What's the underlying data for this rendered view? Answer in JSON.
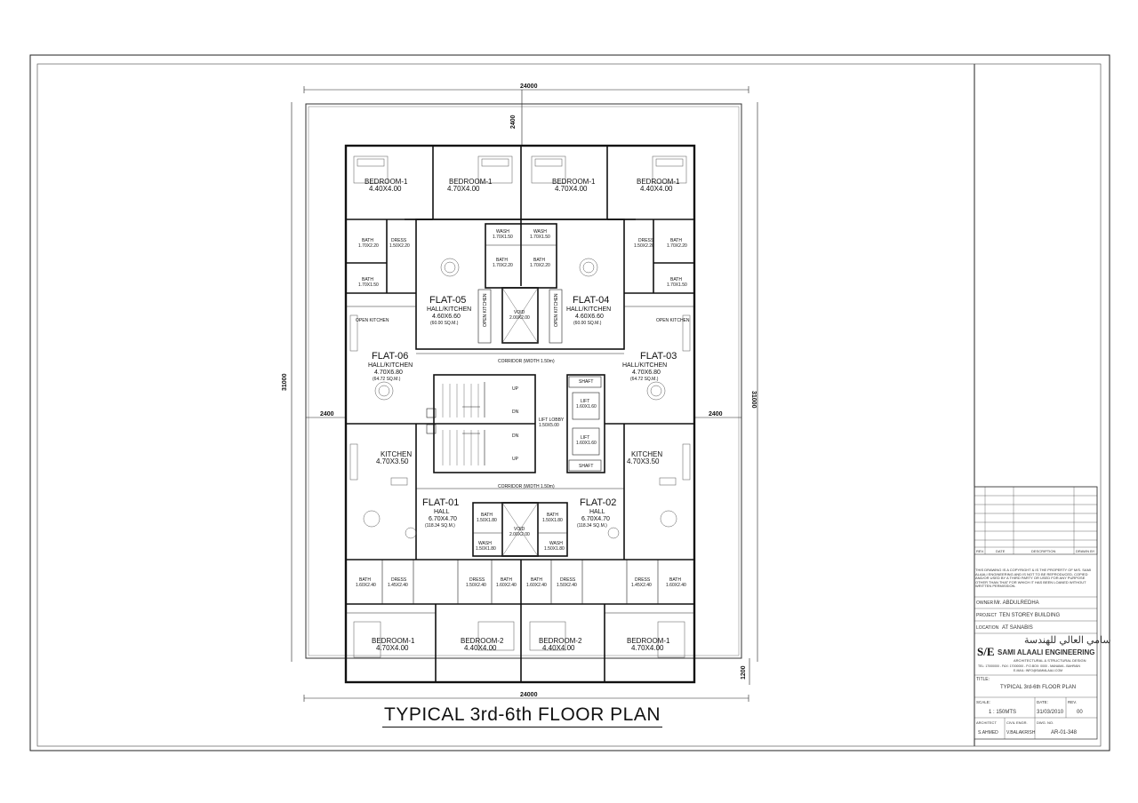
{
  "plan_title": "TYPICAL 3rd-6th FLOOR PLAN",
  "dimensions": {
    "top_width": "24000",
    "bottom_width": "24000",
    "top_offset": "2400",
    "left_height": "31000",
    "right_height": "31000",
    "left_offset": "2400",
    "right_offset": "2400",
    "bottom_offset": "1200"
  },
  "flats": {
    "flat05": {
      "name": "FLAT-05",
      "room": "HALL/KITCHEN",
      "size": "4.60X6.60",
      "area": "(60.00 SQ.M.)"
    },
    "flat04": {
      "name": "FLAT-04",
      "room": "HALL/KITCHEN",
      "size": "4.60X6.60",
      "area": "(60.00 SQ.M.)"
    },
    "flat06": {
      "name": "FLAT-06",
      "room": "HALL/KITCHEN",
      "size": "4.70X6.80",
      "area": "(64.72 SQ.M.)"
    },
    "flat03": {
      "name": "FLAT-03",
      "room": "HALL/KITCHEN",
      "size": "4.70X6.80",
      "area": "(64.72 SQ.M.)"
    },
    "flat01": {
      "name": "FLAT-01",
      "room": "HALL",
      "size": "6.70X4.70",
      "area": "(118.34 SQ.M.)"
    },
    "flat02": {
      "name": "FLAT-02",
      "room": "HALL",
      "size": "6.70X4.70",
      "area": "(118.34 SQ.M.)"
    }
  },
  "rooms": {
    "bedroom1_label": "BEDROOM-1",
    "bedroom2_label": "BEDROOM-2",
    "bed_440": "4.40X4.00",
    "bed_470": "4.70X4.00",
    "kitchen_label": "KITCHEN",
    "kitchen_size": "4.70X3.50",
    "bath": "BATH",
    "dress": "DRESS",
    "wash": "WASH",
    "void": "VOID",
    "void_size": "2.00X2.00",
    "open_kitchen": "OPEN KITCHEN",
    "shaft": "SHAFT",
    "lift": "LIFT",
    "lift_size": "1.60X1.60",
    "lift_lobby": "LIFT LOBBY",
    "lift_lobby_size": "1.50X5.00",
    "corridor": "CORRIDOR (WIDTH 1.50m)",
    "up": "UP",
    "dn": "DN",
    "bath_170_220": "1.70X2.20",
    "bath_170_150": "1.70X1.50",
    "dress_150_220": "1.50X2.20",
    "wash_170_150": "1.70X1.50",
    "bath_150_180": "1.50X1.80",
    "wash_150_180": "1.50X1.80",
    "dress_150_240": "1.50X2.40",
    "bath_160_240": "1.60X2.40",
    "dress_145_240": "1.45X2.40"
  },
  "title_block": {
    "rev": "REV.",
    "date": "DATE",
    "description": "DESCRIPTION",
    "drawn_by": "DRAWN BY",
    "notice": "THIS DRAWING IS A COPYRIGHT & IS THE PROPERTY OF M/S. SAMI ALAALI ENGINEERING AND IS NOT TO BE REPRODUCED, COPIED AND/OR USED BY A THIRD PARTY OR USED FOR ANY PURPOSE OTHER THAN THAT FOR WHICH IT HAS BEEN LOANED WITHOUT WRITTEN PERMISSION.",
    "owner_label": "OWNER",
    "owner_value": "Mr. ABDULREDHA",
    "project_label": "PROJECT",
    "project_value": "TEN STOREY BUILDING",
    "location_label": "LOCATION",
    "location_value": "AT SANABIS",
    "company_arabic": "سامي العالي للهندسة",
    "company_logo": "S/E",
    "company_name": "SAMI ALAALI ENGINEERING",
    "company_sub": "ARCHITECTURAL & STRUCTURAL DESIGN",
    "company_contact": "TEL: 17000000 - FAX: 17000000 - P.O.BOX: 0000 - MANAMA - BAHRAIN",
    "company_contact2": "E-MAIL: INFO@SAMIALAALI.COM",
    "title_label": "TITLE:",
    "title_value": "TYPICAL 3rd-6th FLOOR PLAN",
    "scale_label": "SCALE:",
    "scale_value": "1 : 150MTS",
    "date_label": "DATE:",
    "date_value": "31/03/2010",
    "rev_label": "REV.",
    "rev_value": "00",
    "architect_label": "ARCHITECT",
    "architect_value": "S.AHMED",
    "civil_label": "CIVIL ENGR.",
    "civil_value": "V.BALAKRISH",
    "dwg_label": "DWG. NO.",
    "dwg_value": "AR-01-348"
  }
}
